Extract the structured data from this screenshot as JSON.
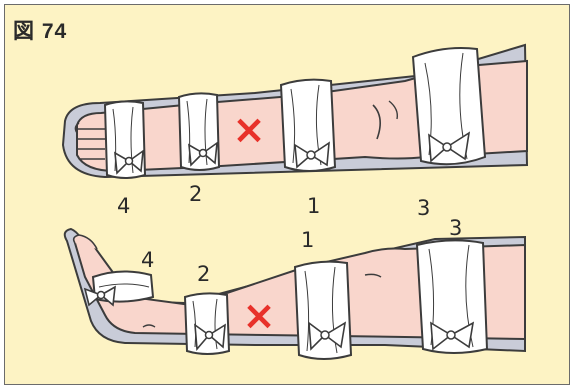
{
  "figure": {
    "title": "図 74",
    "colors": {
      "background": "#fdf3c4",
      "skin": "#f9d6cc",
      "splint": "#c9ccd8",
      "outline": "#3c3c3c",
      "bandage": "#ffffff",
      "fracture_mark": "#e8312a"
    },
    "top_limb": {
      "fracture_mark": "×",
      "labels": {
        "a": "4",
        "b": "2",
        "c": "1",
        "d": "3"
      }
    },
    "bottom_limb": {
      "fracture_mark": "×",
      "labels": {
        "a": "4",
        "b": "2",
        "c": "1",
        "d": "3"
      }
    }
  }
}
